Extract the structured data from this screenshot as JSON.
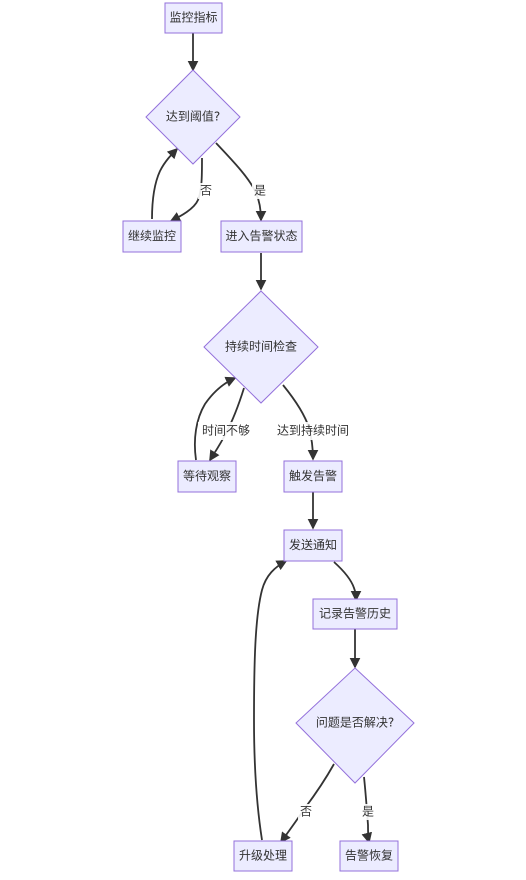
{
  "nodes": {
    "monitor": "监控指标",
    "threshold": "达到阈值?",
    "keep_monitoring": "继续监控",
    "enter_alert": "进入告警状态",
    "duration_check": "持续时间检查",
    "wait_observe": "等待观察",
    "trigger_alert": "触发告警",
    "send_notice": "发送通知",
    "record_history": "记录告警历史",
    "resolved": "问题是否解决?",
    "escalate": "升级处理",
    "recover": "告警恢复"
  },
  "edges": {
    "threshold_no": "否",
    "threshold_yes": "是",
    "duration_short": "时间不够",
    "duration_reached": "达到持续时间",
    "resolved_no": "否",
    "resolved_yes": "是"
  },
  "colors": {
    "node_fill": "#ececff",
    "node_stroke": "#9370db",
    "edge": "#333333",
    "text": "#333333"
  }
}
